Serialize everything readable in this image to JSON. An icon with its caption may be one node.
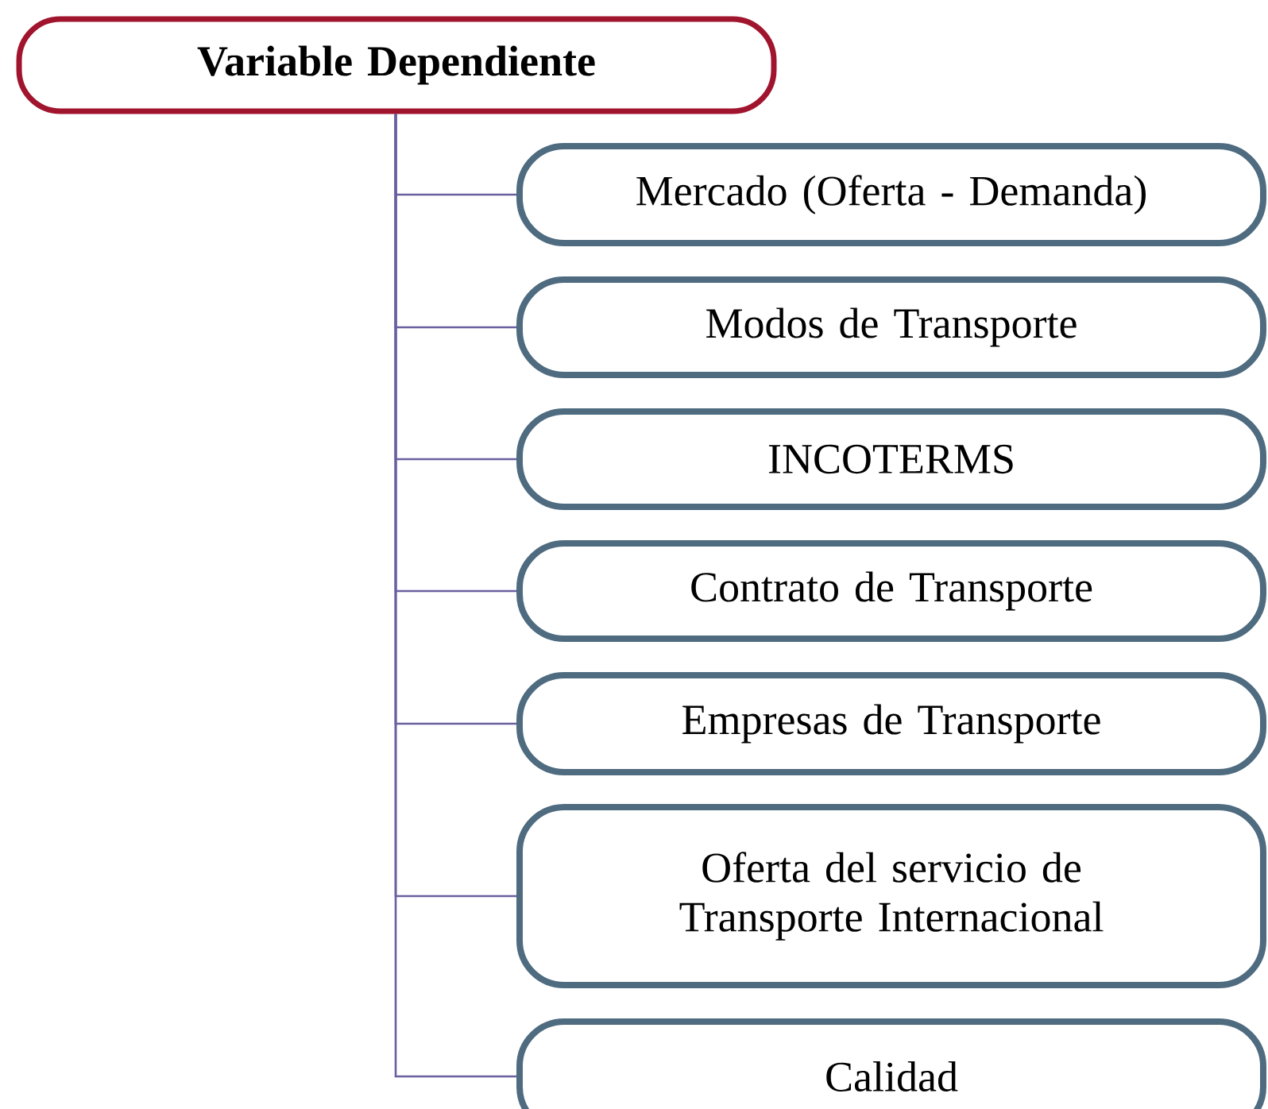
{
  "diagram": {
    "nodes": [
      {
        "text": [
          "Variable Dependiente"
        ]
      },
      {
        "text": [
          "Mercado (Oferta - Demanda)"
        ]
      },
      {
        "text": [
          "Modos de Transporte"
        ]
      },
      {
        "text": [
          "INCOTERMS"
        ]
      },
      {
        "text": [
          "Contrato de Transporte"
        ]
      },
      {
        "text": [
          "Empresas de Transporte"
        ]
      },
      {
        "text": [
          "Oferta del servicio de Transporte Internacional"
        ]
      },
      {
        "text": [
          "Calidad"
        ]
      }
    ],
    "edges": [
      {
        "from": 0,
        "to": 1,
        "arrow": "none"
      },
      {
        "from": 0,
        "to": 2,
        "arrow": "none"
      },
      {
        "from": 0,
        "to": 3,
        "arrow": "none"
      },
      {
        "from": 0,
        "to": 4,
        "arrow": "none"
      },
      {
        "from": 0,
        "to": 5,
        "arrow": "none"
      },
      {
        "from": 0,
        "to": 6,
        "arrow": "none"
      },
      {
        "from": 0,
        "to": 7,
        "arrow": "none"
      }
    ]
  }
}
